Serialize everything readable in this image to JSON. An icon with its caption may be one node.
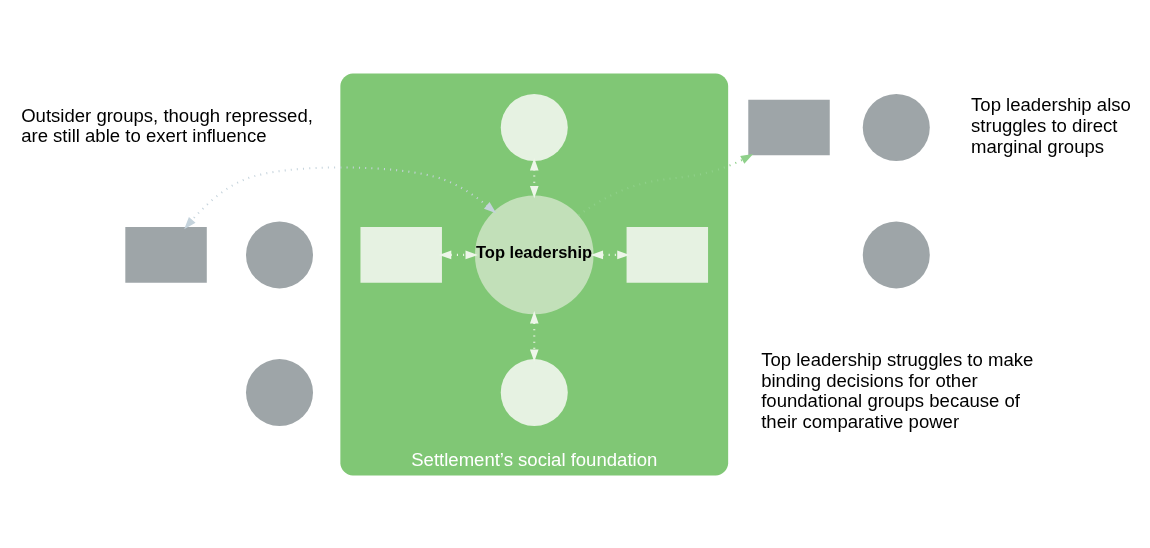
{
  "diagram": {
    "nodes": [
      {
        "text": [
          "Settlement’s social foundation"
        ]
      },
      {
        "text": [],
        "shape": "circle",
        "in": 0
      },
      {
        "text": [],
        "shape": "box",
        "in": 0
      },
      {
        "text": [
          "Top leadership"
        ],
        "in": 0
      },
      {
        "text": [],
        "shape": "box",
        "in": 0
      },
      {
        "text": [],
        "shape": "circle",
        "in": 0
      },
      {
        "text": [],
        "shape": "circle"
      },
      {
        "text": [],
        "shape": "box"
      },
      {
        "text": [],
        "shape": "circle"
      },
      {
        "text": [],
        "shape": "circle"
      },
      {
        "text": [],
        "shape": "box"
      },
      {
        "text": [],
        "shape": "circle"
      }
    ],
    "edges": [
      {
        "from": 1,
        "to": 3,
        "arrow": "both",
        "style": "dashed"
      },
      {
        "from": 2,
        "to": 3,
        "arrow": "both",
        "style": "dashed"
      },
      {
        "from": 3,
        "to": 4,
        "arrow": "both",
        "style": "dashed"
      },
      {
        "from": 3,
        "to": 5,
        "arrow": "both",
        "style": "dashed"
      },
      {
        "from": 3,
        "to": 7,
        "arrow": "both",
        "style": "dashed",
        "color": "#c5d3dc"
      },
      {
        "from": 3,
        "to": 10,
        "arrow": "to",
        "style": "dashed",
        "color": "#8fd08a"
      }
    ],
    "labels": [
      "Outsider groups, though repressed, are still able to exert influence",
      "Top leadership also struggles to direct marginal groups",
      "Top leadership struggles to make binding decisions for other foundational groups because of their comparative power"
    ]
  }
}
